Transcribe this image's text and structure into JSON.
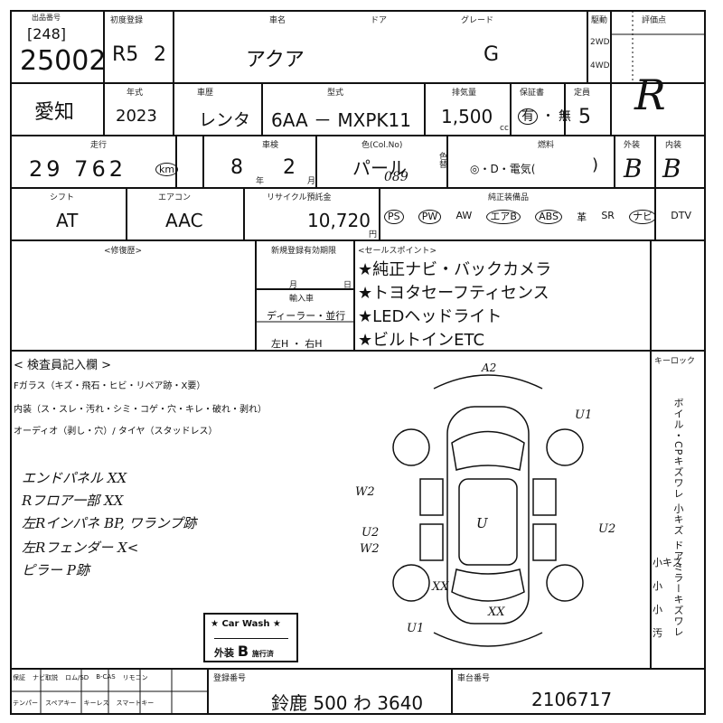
{
  "header": {
    "lot_label": "[248]",
    "lot_number": "25002",
    "first_reg_label": "初度登録",
    "first_reg": "R5",
    "first_reg_month": "2",
    "name_label": "車名",
    "door_label": "ドア",
    "car_name": "アクア",
    "grade_label": "グレード",
    "grade": "G",
    "drive_label": "駆動",
    "drive_2wd": "2WD",
    "drive_4wd": "4WD",
    "score_label": "評価点",
    "score": "R"
  },
  "row2": {
    "region": "愛知",
    "year_label": "年式",
    "year": "2023",
    "purpose_label": "車歴",
    "purpose": "レンタ",
    "model_label": "型式",
    "model": "6AA － MXPK11",
    "displacement_label": "排気量",
    "displacement": "1,500",
    "cc": "cc",
    "warranty_label": "保証書",
    "warranty_yes": "有",
    "warranty_no": "無",
    "seats_label": "定員",
    "seats": "5"
  },
  "row3": {
    "mileage_label": "走行",
    "mileage": "29 762",
    "km": "km",
    "inspect_label": "車検",
    "inspect_year": "8",
    "inspect_month": "2",
    "year_unit": "年",
    "month_unit": "月",
    "color_label": "色(Col.No)",
    "color": "パール",
    "color_no": "089",
    "change_label": "色替",
    "fuel_label": "燃料",
    "fuel_text": "◎・D・電気(",
    "fuel_close": ")",
    "ext_label": "外装",
    "ext_score": "B",
    "int_label": "内装",
    "int_score": "B"
  },
  "row4": {
    "shift_label": "シフト",
    "shift": "AT",
    "ac_label": "エアコン",
    "ac": "AAC",
    "recycle_label": "リサイクル預託金",
    "recycle": "10,720",
    "yen": "円",
    "equip_label": "純正装備品",
    "equip": [
      "PS",
      "PW",
      "AW",
      "エアB",
      "ABS",
      "革",
      "SR",
      "ナビ",
      "DTV"
    ]
  },
  "middle": {
    "history_label": "<修復歴>",
    "expiry_label": "新規登録有効期限",
    "month_label": "月",
    "day_label": "日",
    "import_label": "輸入車",
    "dealer": "ディーラー・並行",
    "handle": "左H ・ 右H",
    "sales_label": "<セールスポイント>",
    "sales_points": [
      "★純正ナビ・バックカメラ",
      "★トヨタセーフティセンス",
      "★LEDヘッドライト",
      "★ビルトインETC"
    ]
  },
  "inspection": {
    "title": "< 検査員記入欄 >",
    "line1": "Fガラス（キズ・飛石・ヒビ・リペア跡・X要）",
    "line2": "内装（ス・スレ・汚れ・シミ・コゲ・穴・キレ・破れ・剥れ）",
    "line3": "オーディオ（剥し・穴）/ タイヤ（スタッドレス）",
    "notes": [
      "エンドパネル XX",
      "Rフロア一部 XX",
      "左Rインパネ BP, ワランプ跡",
      "左Rフェンダー X<",
      "ピラー P跡"
    ]
  },
  "diagram": {
    "marks": [
      "A2",
      "U1",
      "W2",
      "U2",
      "W2",
      "U",
      "U2",
      "XX",
      "XX",
      "U1"
    ]
  },
  "right_panel": {
    "keyless_label": "キーロック",
    "vertical_text": "ボイル・CPキズワレ 小キズ ドアミラーキズワレ",
    "small_notes": [
      "小キズ",
      "小",
      "小",
      "汚"
    ]
  },
  "stamp": {
    "title": "★ Car Wash ★",
    "text": "外装",
    "grade": "B",
    "suffix": "施行済"
  },
  "footer": {
    "cols": [
      "保証",
      "ナビ取説",
      "ロム/SD",
      "B-CAS",
      "リモコン"
    ],
    "cols2": [
      "テンパー",
      "スペアキー",
      "キーレス",
      "スマートキー"
    ],
    "plate_label": "登録番号",
    "plate": "鈴鹿 500 わ 3640",
    "chassis_label": "車台番号",
    "chassis": "2106717"
  }
}
